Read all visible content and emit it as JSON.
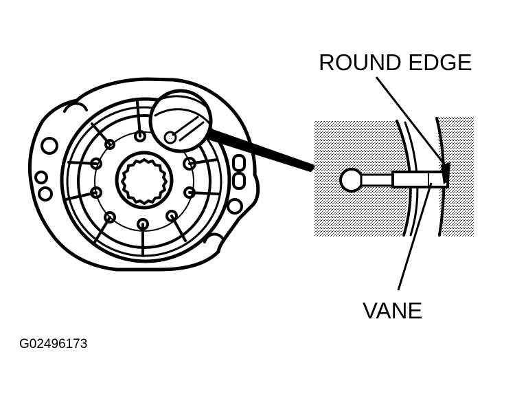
{
  "labels": {
    "round_edge": "ROUND EDGE",
    "vane": "VANE"
  },
  "figure_id": "G02496173",
  "colors": {
    "ink": "#000000",
    "paper": "#ffffff"
  }
}
